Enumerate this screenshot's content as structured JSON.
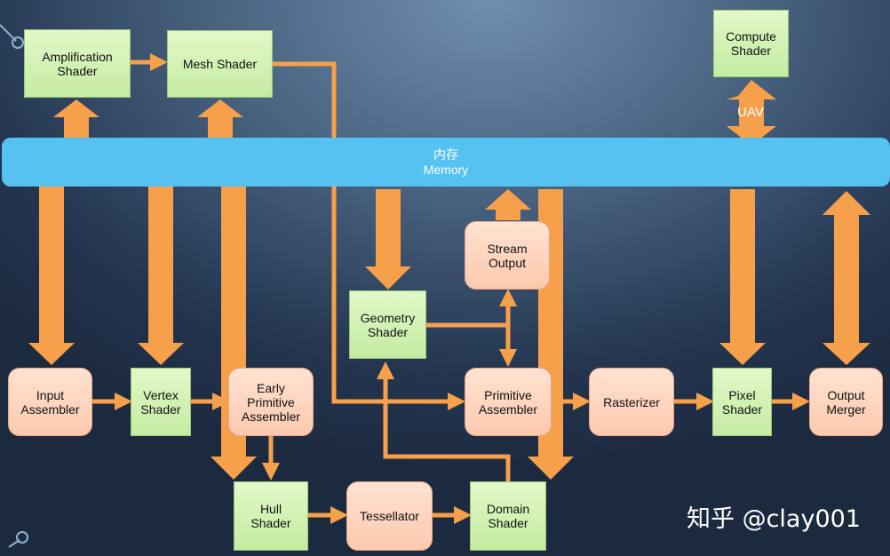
{
  "memory": {
    "label_zh": "内存",
    "label_en": "Memory"
  },
  "uav_label": "UAV",
  "watermark": "知乎 @clay001",
  "colors": {
    "arrow": "#f7a04b",
    "memory_bar": "#56c2f2",
    "green_stage": "#cfefb0",
    "fixed_stage": "#fdd4bd"
  },
  "stages": {
    "amplification": "Amplification\nShader",
    "mesh": "Mesh Shader",
    "compute": "Compute\nShader",
    "stream_output": "Stream\nOutput",
    "geometry": "Geometry\nShader",
    "input_assembler": "Input\nAssembler",
    "vertex": "Vertex\nShader",
    "early_primitive": "Early\nPrimitive\nAssembler",
    "primitive_assembler": "Primitive\nAssembler",
    "rasterizer": "Rasterizer",
    "pixel": "Pixel\nShader",
    "output_merger": "Output\nMerger",
    "hull": "Hull\nShader",
    "tessellator": "Tessellator",
    "domain": "Domain\nShader"
  }
}
